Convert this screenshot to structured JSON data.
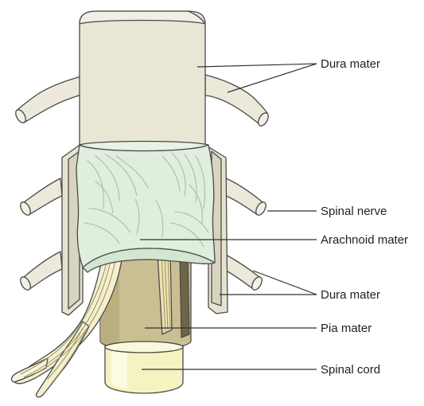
{
  "diagram": {
    "labels": {
      "dura_mater_top": "Dura mater",
      "spinal_nerve": "Spinal nerve",
      "arachnoid_mater": "Arachnoid mater",
      "dura_mater_bottom": "Dura mater",
      "pia_mater": "Pia mater",
      "spinal_cord": "Spinal cord"
    },
    "colors": {
      "dura": "#e9e6d6",
      "arachnoid": "#dfeedd",
      "pia": "#c9bf92",
      "cord": "#f6f3c3",
      "roots": "#f4efcf",
      "outline": "#4a4a4a"
    }
  }
}
